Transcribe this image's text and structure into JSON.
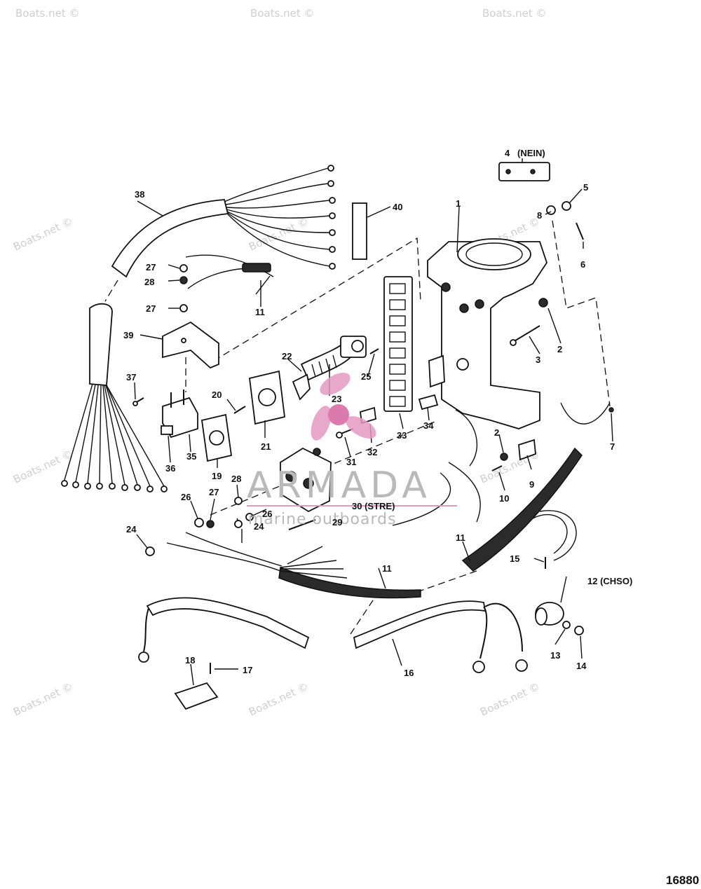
{
  "callouts": [
    {
      "id": "c1",
      "text": "1"
    },
    {
      "id": "c2a",
      "text": "2"
    },
    {
      "id": "c2b",
      "text": "2"
    },
    {
      "id": "c3",
      "text": "3"
    },
    {
      "id": "c4",
      "text": "4"
    },
    {
      "id": "c4n",
      "text": "(NEIN)"
    },
    {
      "id": "c5",
      "text": "5"
    },
    {
      "id": "c6",
      "text": "6"
    },
    {
      "id": "c7",
      "text": "7"
    },
    {
      "id": "c8",
      "text": "8"
    },
    {
      "id": "c9",
      "text": "9"
    },
    {
      "id": "c10",
      "text": "10"
    },
    {
      "id": "c11a",
      "text": "11"
    },
    {
      "id": "c11b",
      "text": "11"
    },
    {
      "id": "c11c",
      "text": "11"
    },
    {
      "id": "c12",
      "text": "12 (CHSO)"
    },
    {
      "id": "c13",
      "text": "13"
    },
    {
      "id": "c14",
      "text": "14"
    },
    {
      "id": "c15",
      "text": "15"
    },
    {
      "id": "c16",
      "text": "16"
    },
    {
      "id": "c17",
      "text": "17"
    },
    {
      "id": "c18",
      "text": "18"
    },
    {
      "id": "c19",
      "text": "19"
    },
    {
      "id": "c20",
      "text": "20"
    },
    {
      "id": "c21",
      "text": "21"
    },
    {
      "id": "c22",
      "text": "22"
    },
    {
      "id": "c23",
      "text": "23"
    },
    {
      "id": "c24a",
      "text": "24"
    },
    {
      "id": "c24b",
      "text": "24"
    },
    {
      "id": "c25",
      "text": "25"
    },
    {
      "id": "c26a",
      "text": "26"
    },
    {
      "id": "c26b",
      "text": "26"
    },
    {
      "id": "c27a",
      "text": "27"
    },
    {
      "id": "c27b",
      "text": "27"
    },
    {
      "id": "c27c",
      "text": "27"
    },
    {
      "id": "c28a",
      "text": "28"
    },
    {
      "id": "c28b",
      "text": "28"
    },
    {
      "id": "c29",
      "text": "29"
    },
    {
      "id": "c30",
      "text": "30 (STRE)"
    },
    {
      "id": "c31",
      "text": "31"
    },
    {
      "id": "c32",
      "text": "32"
    },
    {
      "id": "c33",
      "text": "33"
    },
    {
      "id": "c34",
      "text": "34"
    },
    {
      "id": "c35",
      "text": "35"
    },
    {
      "id": "c36",
      "text": "36"
    },
    {
      "id": "c37",
      "text": "37"
    },
    {
      "id": "c38",
      "text": "38"
    },
    {
      "id": "c39",
      "text": "39"
    },
    {
      "id": "c40",
      "text": "40"
    }
  ],
  "watermark": {
    "text": "Boats.net ©",
    "brand": "ARMADA",
    "brand_sub": "marine outboards"
  },
  "diagram_id": "16880",
  "colors": {
    "line": "#111111",
    "watermark": "#cfcfcf",
    "brand": "#b9b9b9",
    "propeller": "#e39ac2"
  }
}
